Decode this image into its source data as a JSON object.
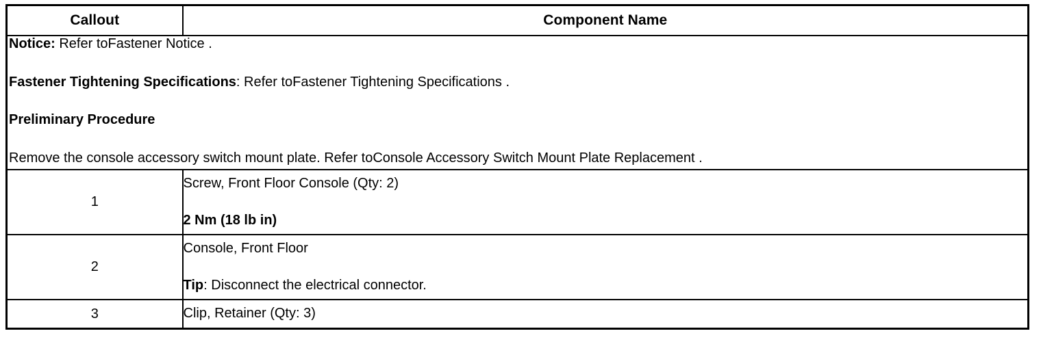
{
  "table": {
    "headers": {
      "callout": "Callout",
      "component_name": "Component Name"
    },
    "notice_block": {
      "notice_label": "Notice:",
      "notice_text": " Refer toFastener Notice .",
      "fastener_label": "Fastener Tightening Specifications",
      "fastener_text": ": Refer toFastener Tightening Specifications .",
      "preliminary_heading": "Preliminary Procedure",
      "preliminary_text": "Remove the console accessory switch mount plate. Refer toConsole Accessory Switch Mount Plate Replacement ."
    },
    "rows": [
      {
        "callout": "1",
        "line1": "Screw, Front Floor Console (Qty: 2)",
        "line2_bold": "2 Nm (18 lb in)",
        "line2_rest": ""
      },
      {
        "callout": "2",
        "line1": "Console, Front Floor",
        "line2_bold": "Tip",
        "line2_rest": ": Disconnect the electrical connector."
      },
      {
        "callout": "3",
        "line1": "Clip, Retainer (Qty: 3)",
        "line2_bold": "",
        "line2_rest": ""
      }
    ]
  },
  "colors": {
    "border": "#000000",
    "text": "#000000",
    "background": "#ffffff"
  }
}
